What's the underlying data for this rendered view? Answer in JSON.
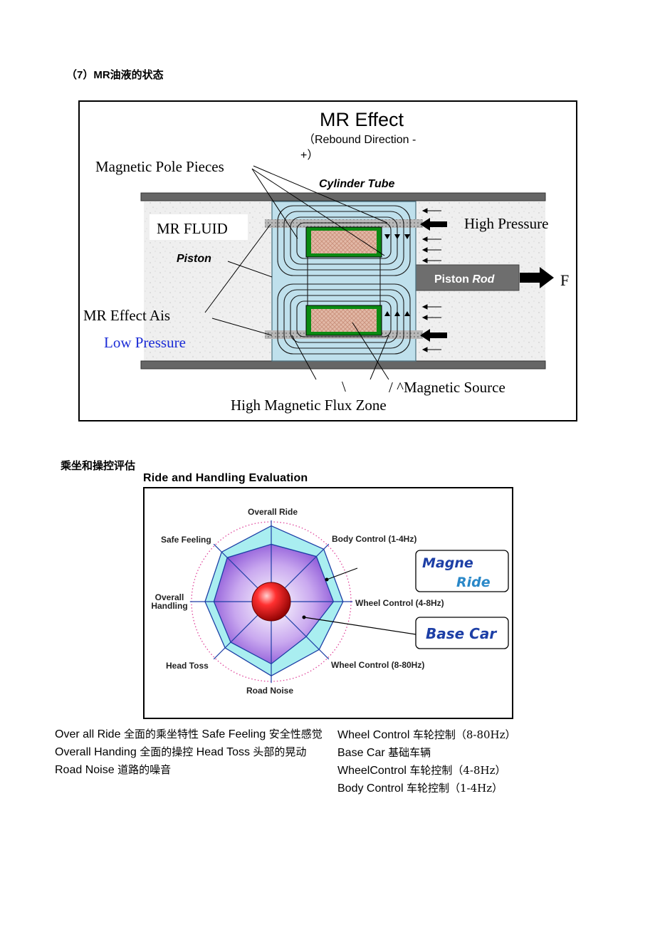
{
  "section7": {
    "title": "（7）MR油液的状态"
  },
  "mr_diagram": {
    "title": "MR Effect",
    "subtitle_line1": "（Rebound Direction -",
    "subtitle_line2": "+）",
    "cylinder_tube": "Cylinder Tube",
    "magnetic_pole_pieces": "Magnetic Pole Pieces",
    "mr_fluid": "MR FLUID",
    "piston": "Piston",
    "high_pressure": "High Pressure",
    "piston_rod_a": "Piston ",
    "piston_rod_b": "Rod",
    "force": "F",
    "mr_effect_axis": "MR Effect Ais",
    "low_pressure": "Low Pressure",
    "backslash": "\\",
    "magnetic_source": "/ ^Magnetic Source",
    "flux_zone": "High Magnetic Flux Zone",
    "colors": {
      "bg": "#eeeeee",
      "core": "#bfe0ec",
      "green": "#0a8a12",
      "coil": "#e0b8a8",
      "low_pressure": "#1a2bd6"
    }
  },
  "section_ride": {
    "title": "乘坐和操控评估"
  },
  "radar": {
    "title": "Ride and Handling Evaluation",
    "axes": [
      "Overall Ride",
      "Body Control (1-4Hz)",
      "Wheel Control (4-8Hz)",
      "Wheel Control (8-80Hz)",
      "Road Noise",
      "Head Toss",
      "Overall",
      "Handling",
      "Safe Feeling"
    ],
    "legend_magneride_a": "Magne",
    "legend_magneride_b": "Ride",
    "legend_basecar": "Base Car",
    "chart_data": {
      "type": "radar",
      "categories": [
        "Overall Ride",
        "Body Control (1-4Hz)",
        "Wheel Control (4-8Hz)",
        "Wheel Control (8-80Hz)",
        "Road Noise",
        "Head Toss",
        "Overall Handling",
        "Safe Feeling"
      ],
      "series": [
        {
          "name": "MagneRide",
          "values": [
            0.95,
            0.93,
            0.9,
            0.85,
            0.93,
            0.82,
            0.83,
            0.88
          ]
        },
        {
          "name": "Base Car",
          "values": [
            0.72,
            0.8,
            0.78,
            0.62,
            0.78,
            0.72,
            0.72,
            0.78
          ]
        }
      ]
    }
  },
  "captions": {
    "left": [
      {
        "en": "Over all Ride",
        "zh": "全面的乘坐特性"
      },
      {
        "en": "Safe Feeling",
        "zh": "安全性感觉"
      },
      {
        "en": "Overall Handing",
        "zh": "全面的操控"
      },
      {
        "en": "Head Toss",
        "zh": "头部的晃动"
      },
      {
        "en": "Road Noise",
        "zh": "道路的噪音"
      }
    ],
    "right": [
      {
        "en": "Wheel Control",
        "zh": "车轮控制（8-80Hz）"
      },
      {
        "en": "Base Car",
        "zh": "基础车辆"
      },
      {
        "en": "WheelControl",
        "zh": "车轮控制（4-8Hz）"
      },
      {
        "en": "Body Control",
        "zh": "车轮控制（1-4Hz）"
      }
    ]
  }
}
